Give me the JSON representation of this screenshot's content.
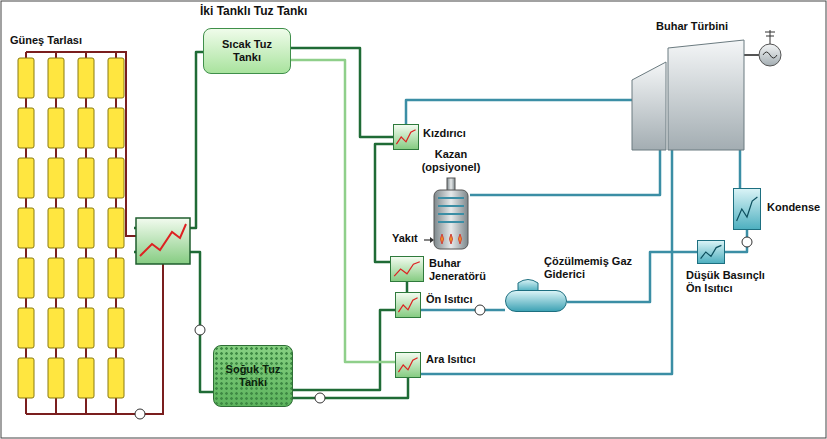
{
  "diagram": {
    "title": "İki Tanklı Tuz Tankı",
    "nodes": [
      {
        "text": [
          "Güneş Tarlası"
        ]
      },
      {
        "text": [
          "Sıcak Tuz Tankı"
        ]
      },
      {
        "text": [
          "Soğuk Tuz Tankı"
        ]
      },
      {
        "text": [
          "Kızdırıcı"
        ]
      },
      {
        "text": [
          "Kazan (opsiyonel)"
        ]
      },
      {
        "text": [
          "Buhar Jeneratörü"
        ]
      },
      {
        "text": [
          "Ön Isıtıcı"
        ]
      },
      {
        "text": [
          "Ara Isıtıcı"
        ]
      },
      {
        "text": [
          "Çözülmemiş Gaz Giderici"
        ]
      },
      {
        "text": [
          "Buhar Türbini"
        ]
      },
      {
        "text": [
          "Kondense"
        ]
      },
      {
        "text": [
          "Düşük Basınçlı Ön Isıtıcı"
        ]
      }
    ],
    "edges": [
      {
        "from": 0,
        "to": 1,
        "arrow": "none"
      },
      {
        "from": 2,
        "to": 0,
        "arrow": "none"
      },
      {
        "from": 1,
        "to": 3,
        "arrow": "none"
      },
      {
        "from": 3,
        "to": 5,
        "arrow": "none"
      },
      {
        "from": 5,
        "to": 6,
        "arrow": "none"
      },
      {
        "from": 6,
        "to": 2,
        "arrow": "none"
      },
      {
        "from": 1,
        "to": 7,
        "arrow": "none"
      },
      {
        "from": 7,
        "to": 2,
        "arrow": "none"
      },
      {
        "from": 3,
        "to": 9,
        "arrow": "none"
      },
      {
        "from": 9,
        "to": 10,
        "arrow": "none"
      },
      {
        "from": 10,
        "to": 11,
        "arrow": "none"
      },
      {
        "from": 11,
        "to": 8,
        "arrow": "none"
      },
      {
        "from": 8,
        "to": 6,
        "arrow": "none"
      },
      {
        "from": 4,
        "to": 9,
        "arrow": "none"
      },
      {
        "from": 7,
        "to": 9,
        "arrow": "none"
      }
    ],
    "labels": [
      "Yakıt"
    ]
  }
}
